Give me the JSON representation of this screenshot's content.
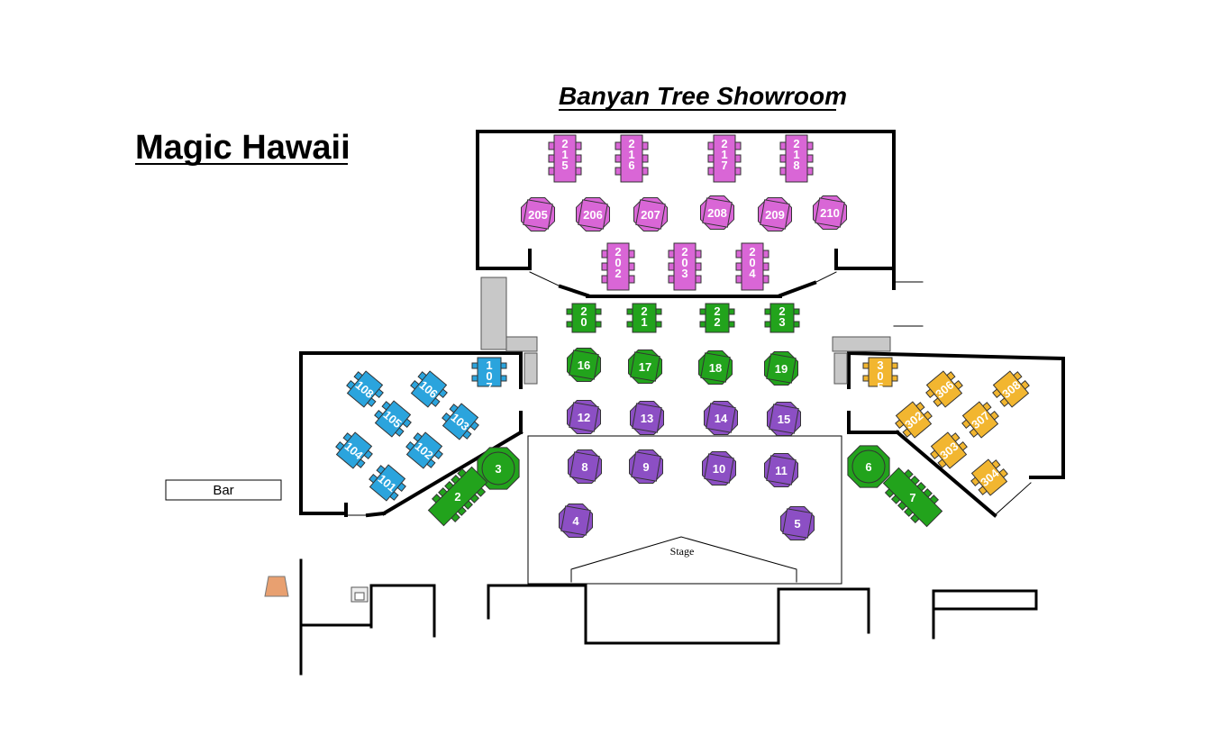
{
  "titles": {
    "venue": "Magic Hawaii",
    "room": "Banyan Tree Showroom",
    "bar": "Bar",
    "stage": "Stage"
  },
  "colors": {
    "pink": "#d966d6",
    "green": "#22a31c",
    "purple": "#8c4fc4",
    "blue": "#2ba4dd",
    "orange": "#f2b630",
    "grey": "#c8c8c8"
  },
  "tables": [
    {
      "label": "215",
      "color": "pink",
      "shape": "long"
    },
    {
      "label": "216",
      "color": "pink",
      "shape": "long"
    },
    {
      "label": "217",
      "color": "pink",
      "shape": "long"
    },
    {
      "label": "218",
      "color": "pink",
      "shape": "long"
    },
    {
      "label": "205",
      "color": "pink",
      "shape": "oct"
    },
    {
      "label": "206",
      "color": "pink",
      "shape": "oct"
    },
    {
      "label": "207",
      "color": "pink",
      "shape": "oct"
    },
    {
      "label": "208",
      "color": "pink",
      "shape": "oct"
    },
    {
      "label": "209",
      "color": "pink",
      "shape": "oct"
    },
    {
      "label": "210",
      "color": "pink",
      "shape": "oct"
    },
    {
      "label": "202",
      "color": "pink",
      "shape": "long"
    },
    {
      "label": "203",
      "color": "pink",
      "shape": "long"
    },
    {
      "label": "204",
      "color": "pink",
      "shape": "long"
    },
    {
      "label": "20",
      "color": "green",
      "shape": "vrect"
    },
    {
      "label": "21",
      "color": "green",
      "shape": "vrect"
    },
    {
      "label": "22",
      "color": "green",
      "shape": "vrect"
    },
    {
      "label": "23",
      "color": "green",
      "shape": "vrect"
    },
    {
      "label": "16",
      "color": "green",
      "shape": "oct"
    },
    {
      "label": "17",
      "color": "green",
      "shape": "oct"
    },
    {
      "label": "18",
      "color": "green",
      "shape": "oct"
    },
    {
      "label": "19",
      "color": "green",
      "shape": "oct"
    },
    {
      "label": "12",
      "color": "purple",
      "shape": "oct"
    },
    {
      "label": "13",
      "color": "purple",
      "shape": "oct"
    },
    {
      "label": "14",
      "color": "purple",
      "shape": "oct"
    },
    {
      "label": "15",
      "color": "purple",
      "shape": "oct"
    },
    {
      "label": "8",
      "color": "purple",
      "shape": "oct"
    },
    {
      "label": "9",
      "color": "purple",
      "shape": "oct"
    },
    {
      "label": "10",
      "color": "purple",
      "shape": "oct"
    },
    {
      "label": "11",
      "color": "purple",
      "shape": "oct"
    },
    {
      "label": "4",
      "color": "purple",
      "shape": "oct"
    },
    {
      "label": "5",
      "color": "purple",
      "shape": "oct"
    },
    {
      "label": "3",
      "color": "green",
      "shape": "round"
    },
    {
      "label": "6",
      "color": "green",
      "shape": "round"
    },
    {
      "label": "2",
      "color": "green",
      "shape": "diag"
    },
    {
      "label": "7",
      "color": "green",
      "shape": "diag"
    },
    {
      "label": "107",
      "color": "blue",
      "shape": "vrect"
    },
    {
      "label": "108",
      "color": "blue",
      "shape": "tilt"
    },
    {
      "label": "106",
      "color": "blue",
      "shape": "tilt"
    },
    {
      "label": "105",
      "color": "blue",
      "shape": "tilt"
    },
    {
      "label": "103",
      "color": "blue",
      "shape": "tilt"
    },
    {
      "label": "104",
      "color": "blue",
      "shape": "tilt"
    },
    {
      "label": "102",
      "color": "blue",
      "shape": "tilt"
    },
    {
      "label": "101",
      "color": "blue",
      "shape": "tilt"
    },
    {
      "label": "305",
      "color": "orange",
      "shape": "vrect"
    },
    {
      "label": "306",
      "color": "orange",
      "shape": "tilt"
    },
    {
      "label": "308",
      "color": "orange",
      "shape": "tilt"
    },
    {
      "label": "302",
      "color": "orange",
      "shape": "tilt"
    },
    {
      "label": "307",
      "color": "orange",
      "shape": "tilt"
    },
    {
      "label": "303",
      "color": "orange",
      "shape": "tilt"
    },
    {
      "label": "304",
      "color": "orange",
      "shape": "tilt"
    }
  ]
}
